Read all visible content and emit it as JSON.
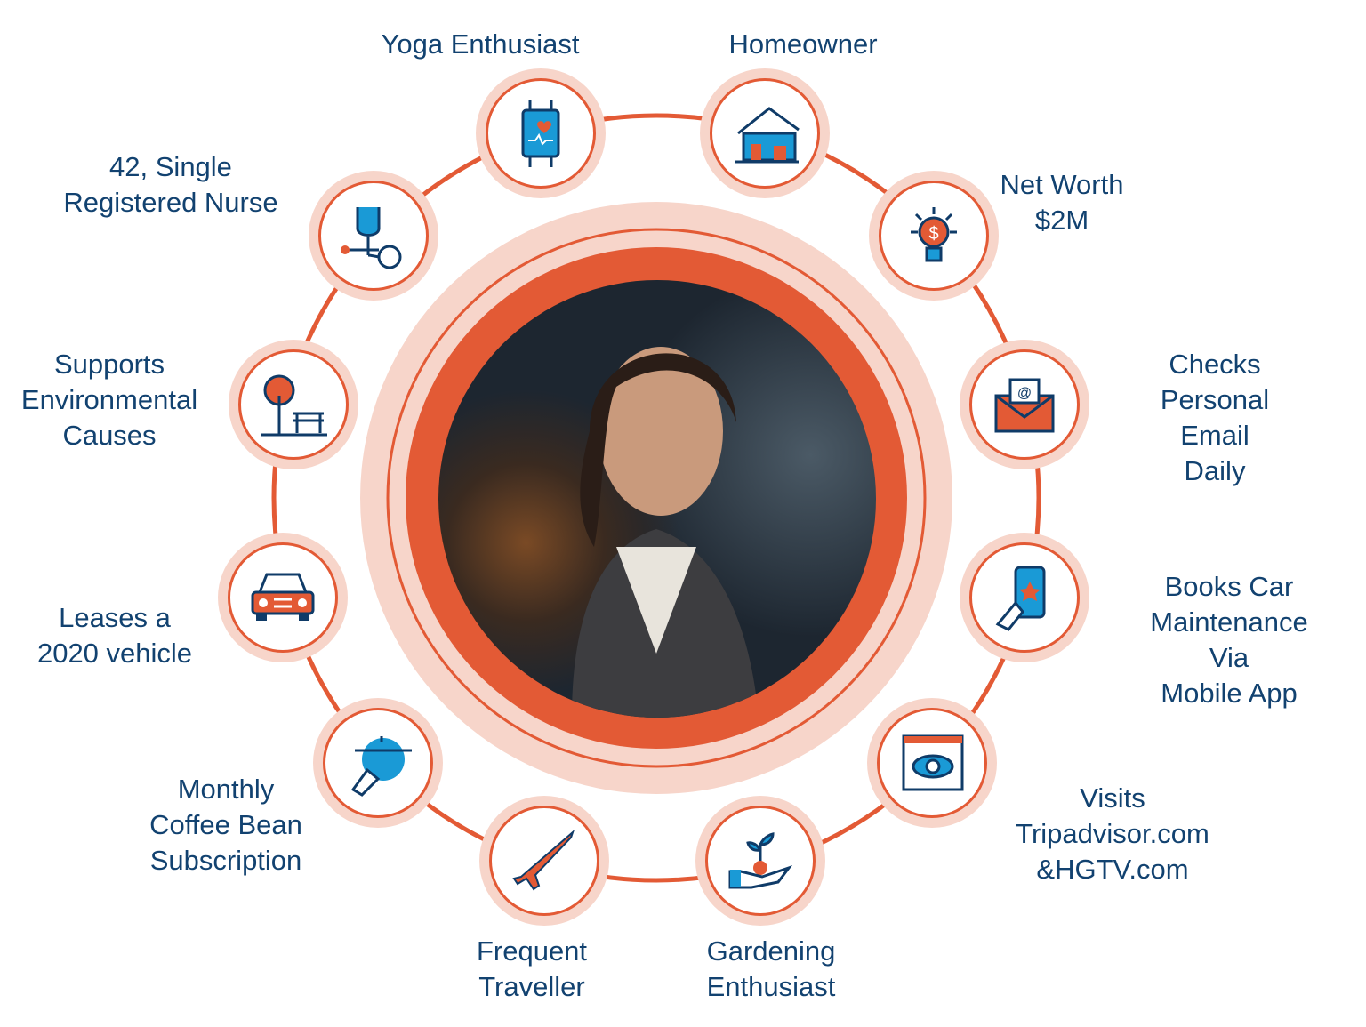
{
  "colors": {
    "accent": "#e35a35",
    "pink": "#f7d5ca",
    "blue": "#1a9ad6",
    "navy": "#0f3b68"
  },
  "center": {
    "image": "portrait-photo"
  },
  "nodes": [
    {
      "label": "Yoga Enthusiast",
      "icon": "smartwatch-heart-icon"
    },
    {
      "label": "Homeowner",
      "icon": "house-icon"
    },
    {
      "label": "Net Worth\n$2M",
      "icon": "lightbulb-dollar-icon"
    },
    {
      "label": "Checks\nPersonal Email\nDaily",
      "icon": "email-envelope-icon"
    },
    {
      "label": "Books Car\nMaintenance Via\nMobile App",
      "icon": "mobile-phone-hand-icon"
    },
    {
      "label": "Visits\nTripadvisor.com\n&HGTV.com",
      "icon": "browser-eye-icon"
    },
    {
      "label": "Gardening\nEnthusiast",
      "icon": "hand-plant-icon"
    },
    {
      "label": "Frequent\nTraveller",
      "icon": "airplane-icon"
    },
    {
      "label": "Monthly\nCoffee Bean\nSubscription",
      "icon": "serving-tray-icon"
    },
    {
      "label": "Leases a\n2020 vehicle",
      "icon": "car-icon"
    },
    {
      "label": "Supports\nEnvironmental\nCauses",
      "icon": "tree-bench-icon"
    },
    {
      "label": "42, Single\nRegistered Nurse",
      "icon": "stethoscope-icon"
    }
  ]
}
